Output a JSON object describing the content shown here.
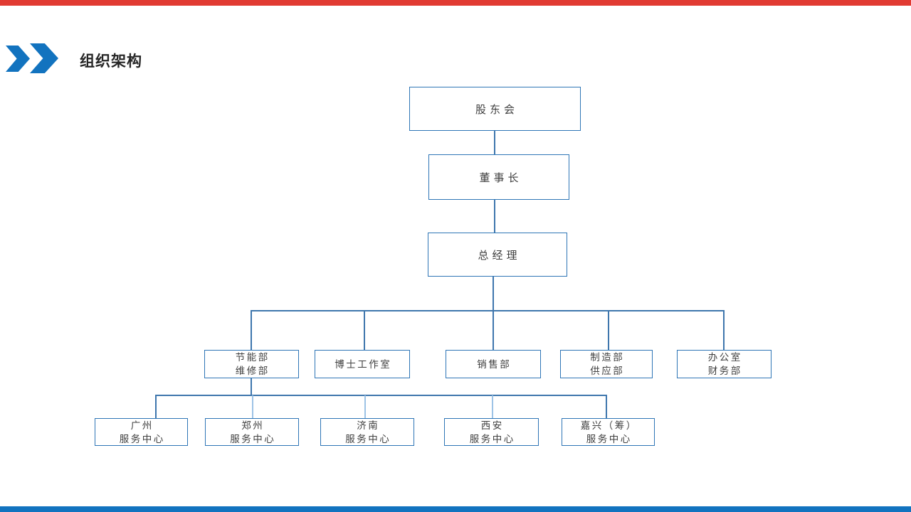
{
  "header": {
    "title": "组织架构"
  },
  "colors": {
    "top_bar_red": "#E13B32",
    "bottom_bar_blue": "#1273BF",
    "chevron_blue": "#1273BF",
    "box_border_blue": "#2E75B6",
    "connector_blue": "#3E76AD",
    "connector_light_blue": "#9DC3E6",
    "title_text": "#262626",
    "box_text": "#3F3F3F"
  },
  "org": {
    "level1": {
      "lines": [
        "股东会"
      ]
    },
    "level2": {
      "lines": [
        "董事长"
      ]
    },
    "level3": {
      "lines": [
        "总经理"
      ]
    },
    "departments": [
      {
        "lines": [
          "节能部",
          "维修部"
        ]
      },
      {
        "lines": [
          "博士工作室"
        ]
      },
      {
        "lines": [
          "销售部"
        ]
      },
      {
        "lines": [
          "制造部",
          "供应部"
        ]
      },
      {
        "lines": [
          "办公室",
          "财务部"
        ]
      }
    ],
    "service_centers": [
      {
        "lines": [
          "广州",
          "服务中心"
        ]
      },
      {
        "lines": [
          "郑州",
          "服务中心"
        ]
      },
      {
        "lines": [
          "济南",
          "服务中心"
        ]
      },
      {
        "lines": [
          "西安",
          "服务中心"
        ]
      },
      {
        "lines": [
          "嘉兴（筹）",
          "服务中心"
        ]
      }
    ]
  }
}
